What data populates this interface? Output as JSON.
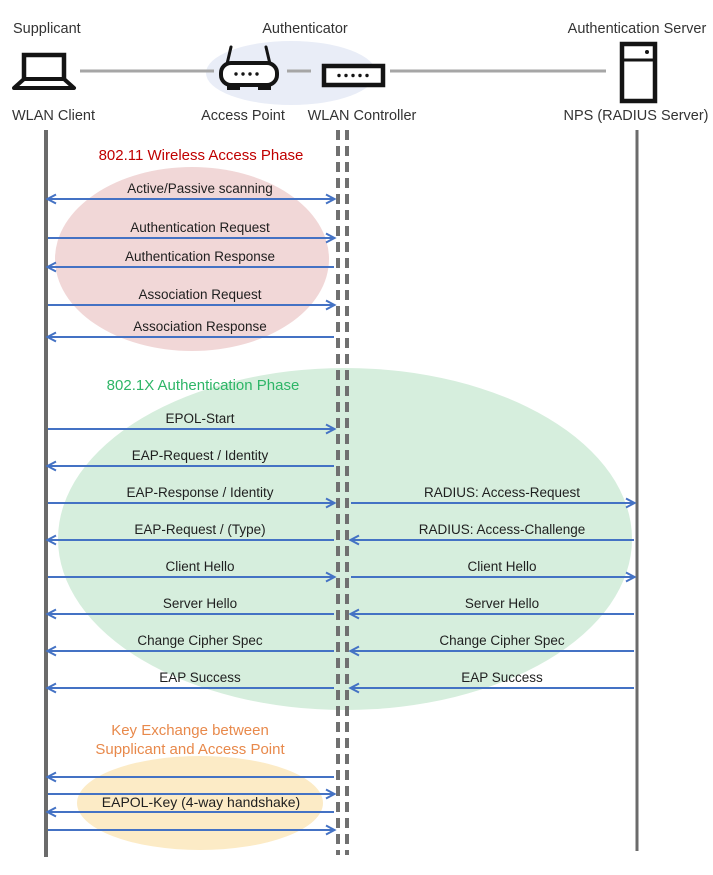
{
  "header": {
    "roles": [
      {
        "label": "Supplicant"
      },
      {
        "label": "Authenticator"
      },
      {
        "label": "Authentication Server"
      }
    ],
    "devices": [
      {
        "label": "WLAN Client"
      },
      {
        "label": "Access Point"
      },
      {
        "label": "WLAN Controller"
      },
      {
        "label": "NPS (RADIUS Server)"
      }
    ]
  },
  "phases": [
    {
      "id": "wireless-access",
      "title": "802.11 Wireless Access Phase",
      "title_color": "#C00000",
      "ellipse_color": "#F1D7D7"
    },
    {
      "id": "dot1x-authentication",
      "title": "802.1X Authentication Phase",
      "title_color": "#2EB567",
      "ellipse_color": "#D6EEDD"
    },
    {
      "id": "key-exchange",
      "title_line1": "Key Exchange between",
      "title_line2": "Supplicant and Access Point",
      "title_color": "#E8894B",
      "ellipse_color": "#FCEBC6"
    }
  ],
  "messages": {
    "supplicant_authenticator": [
      {
        "label": "Active/Passive scanning",
        "direction": "both"
      },
      {
        "label": "Authentication Request",
        "direction": "right"
      },
      {
        "label": "Authentication Response",
        "direction": "left"
      },
      {
        "label": "Association Request",
        "direction": "right"
      },
      {
        "label": "Association Response",
        "direction": "left"
      },
      {
        "label": "EPOL-Start",
        "direction": "right"
      },
      {
        "label": "EAP-Request / Identity",
        "direction": "left"
      },
      {
        "label": "EAP-Response / Identity",
        "direction": "right"
      },
      {
        "label": "EAP-Request / (Type)",
        "direction": "left"
      },
      {
        "label": "Client Hello",
        "direction": "right"
      },
      {
        "label": "Server Hello",
        "direction": "left"
      },
      {
        "label": "Change Cipher Spec",
        "direction": "left"
      },
      {
        "label": "EAP Success",
        "direction": "left"
      }
    ],
    "authenticator_server": [
      {
        "label": "RADIUS: Access-Request",
        "direction": "right"
      },
      {
        "label": "RADIUS: Access-Challenge",
        "direction": "left"
      },
      {
        "label": "Client Hello",
        "direction": "right"
      },
      {
        "label": "Server Hello",
        "direction": "left"
      },
      {
        "label": "Change Cipher Spec",
        "direction": "left"
      },
      {
        "label": "EAP Success",
        "direction": "left"
      }
    ],
    "key_exchange": {
      "label": "EAPOL-Key (4-way handshake)",
      "arrow_directions": [
        "left",
        "right",
        "left",
        "right"
      ]
    }
  },
  "style": {
    "arrow_color": "#4472C4",
    "lifeline_color": "#6b6b6b",
    "authenticator_halo_color": "#E9EDF7"
  }
}
